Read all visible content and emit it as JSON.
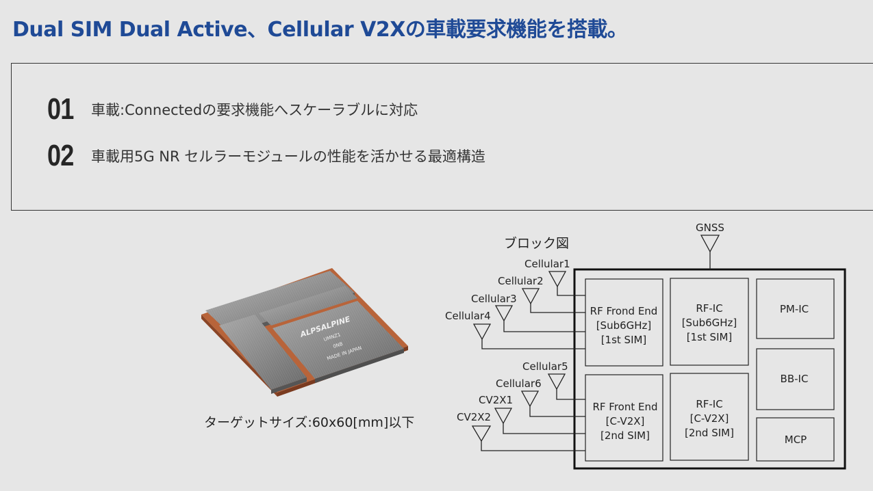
{
  "headline": "Dual SIM Dual Active、Cellular V2Xの車載要求機能を搭載。",
  "features": [
    {
      "num": "01",
      "text": "車載:Connectedの要求機能へスケーラブルに対応"
    },
    {
      "num": "02",
      "text": "車載用5G NR セルラーモジュールの性能を活かせる最適構造"
    }
  ],
  "module": {
    "brand": "ALPSALPINE",
    "model": "UMNZ1",
    "code": "0NB",
    "origin": "MADE IN JAPAN"
  },
  "caption": "ターゲットサイズ:60x60[mm]以下",
  "diagram": {
    "title": "ブロック図",
    "antennas": {
      "gnss": "GNSS",
      "cellular1": "Cellular1",
      "cellular2": "Cellular2",
      "cellular3": "Cellular3",
      "cellular4": "Cellular4",
      "cellular5": "Cellular5",
      "cellular6": "Cellular6",
      "cv2x1": "CV2X1",
      "cv2x2": "CV2X2"
    },
    "blocks": {
      "rf_front_1": [
        "RF Frond End",
        "[Sub6GHz]",
        "[1st SIM]"
      ],
      "rf_ic_1": [
        "RF-IC",
        "[Sub6GHz]",
        "[1st SIM]"
      ],
      "pm_ic": "PM-IC",
      "bb_ic": "BB-IC",
      "mcp": "MCP",
      "rf_front_2": [
        "RF Front End",
        "[C-V2X]",
        "[2nd SIM]"
      ],
      "rf_ic_2": [
        "RF-IC",
        "[C-V2X]",
        "[2nd SIM]"
      ]
    }
  }
}
